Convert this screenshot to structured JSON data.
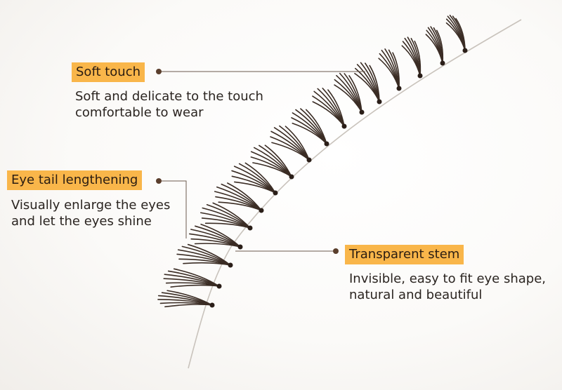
{
  "callouts": {
    "soft_touch": {
      "label": "Soft touch",
      "lines": [
        "Soft and delicate to the touch",
        "comfortable to wear"
      ]
    },
    "eye_tail": {
      "label": "Eye tail lengthening",
      "lines": [
        "Visually enlarge the eyes",
        "and let the eyes shine"
      ]
    },
    "stem": {
      "label": "Transparent stem",
      "lines": [
        "Invisible, easy to fit eye shape,",
        "natural and beautiful"
      ]
    }
  },
  "colors": {
    "tag_background": "#f9b64a",
    "leader_line": "#6b5a4e",
    "lash": "#3a2c24"
  }
}
